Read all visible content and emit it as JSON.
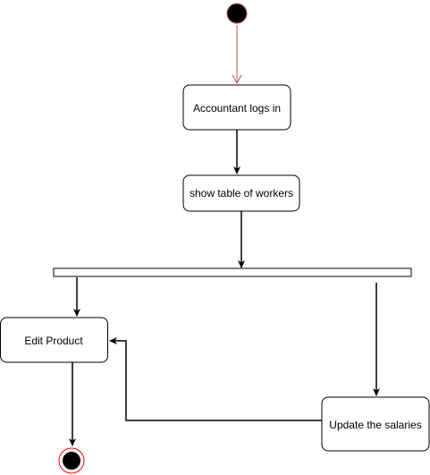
{
  "diagram": {
    "type": "activity",
    "nodes": {
      "start": {
        "kind": "initial"
      },
      "login": {
        "kind": "action",
        "label": "Accountant logs in"
      },
      "show_table": {
        "kind": "action",
        "label": "show table of workers"
      },
      "fork": {
        "kind": "fork"
      },
      "edit_product": {
        "kind": "action",
        "label": "Edit Product"
      },
      "update_salaries": {
        "kind": "action",
        "label": "Update the salaries"
      },
      "end": {
        "kind": "final"
      }
    },
    "edges": [
      {
        "from": "start",
        "to": "login"
      },
      {
        "from": "login",
        "to": "show_table"
      },
      {
        "from": "show_table",
        "to": "fork"
      },
      {
        "from": "fork",
        "to": "edit_product"
      },
      {
        "from": "fork",
        "to": "update_salaries"
      },
      {
        "from": "update_salaries",
        "to": "edit_product"
      },
      {
        "from": "edit_product",
        "to": "end"
      }
    ],
    "colors": {
      "stroke": "#000000",
      "node_fill": "#ffffff",
      "start_fill": "#000000",
      "start_edge": "#b85450",
      "final_ring": "#ff0000"
    }
  }
}
